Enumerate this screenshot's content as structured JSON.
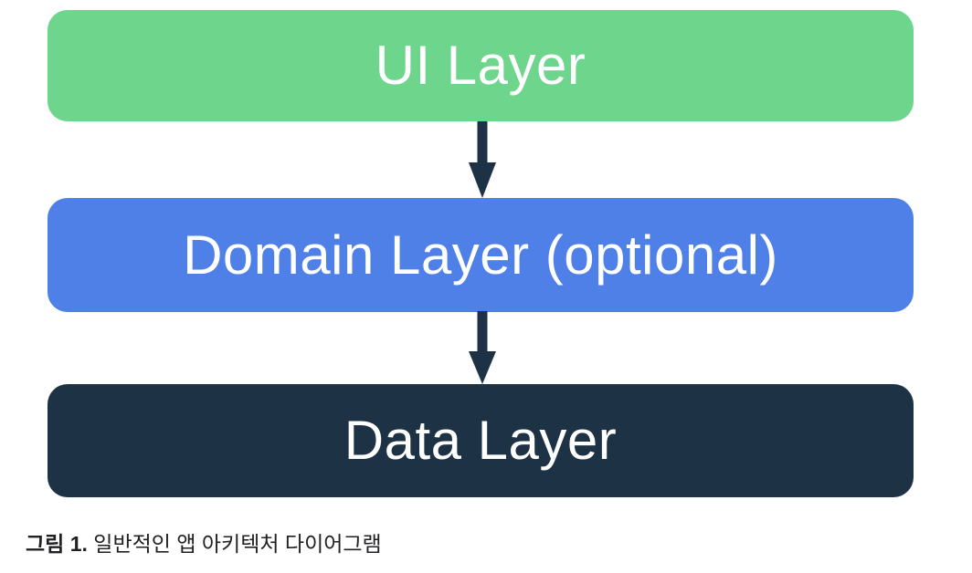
{
  "figure": {
    "background": "#ffffff",
    "layers": [
      {
        "label": "UI Layer",
        "color": "#6dd58c",
        "text_color": "#ffffff"
      },
      {
        "label": "Domain Layer (optional)",
        "color": "#4e80e8",
        "text_color": "#ffffff"
      },
      {
        "label": "Data Layer",
        "color": "#1d3244",
        "text_color": "#ffffff"
      }
    ],
    "arrow_color": "#1d3244",
    "caption": {
      "prefix": "그림 1.",
      "text": "일반적인 앱 아키텍처 다이어그램",
      "color": "#202124"
    }
  }
}
